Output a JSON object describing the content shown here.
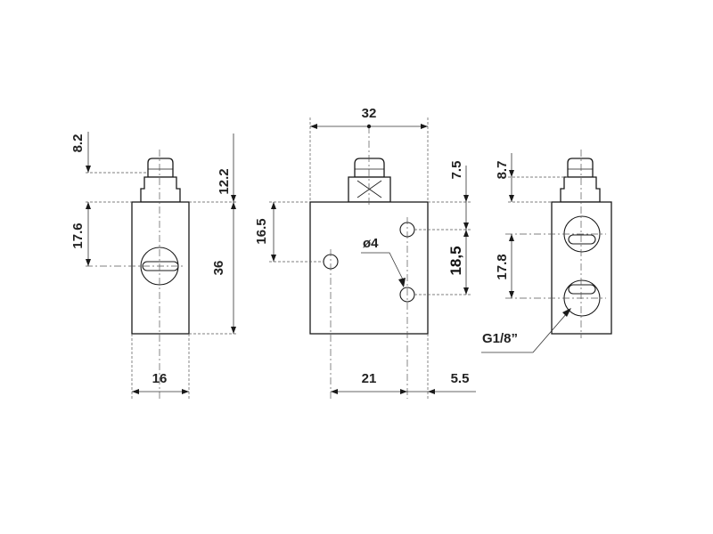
{
  "dimensions": {
    "left_view": {
      "cap_height": "8.2",
      "stem_height": "12.2",
      "port_offset": "17.6",
      "body_height": "36",
      "body_width": "16"
    },
    "front_view": {
      "overall_width": "32",
      "upper_offset": "7.5",
      "left_hole_offset": "16.5",
      "hole_diameter": "ø4",
      "hole_spacing": "18,5",
      "hole_x": "21",
      "edge_offset": "5.5"
    },
    "right_view": {
      "cap_height": "8.7",
      "port_spacing": "17.8",
      "thread": "G1/8”"
    }
  }
}
